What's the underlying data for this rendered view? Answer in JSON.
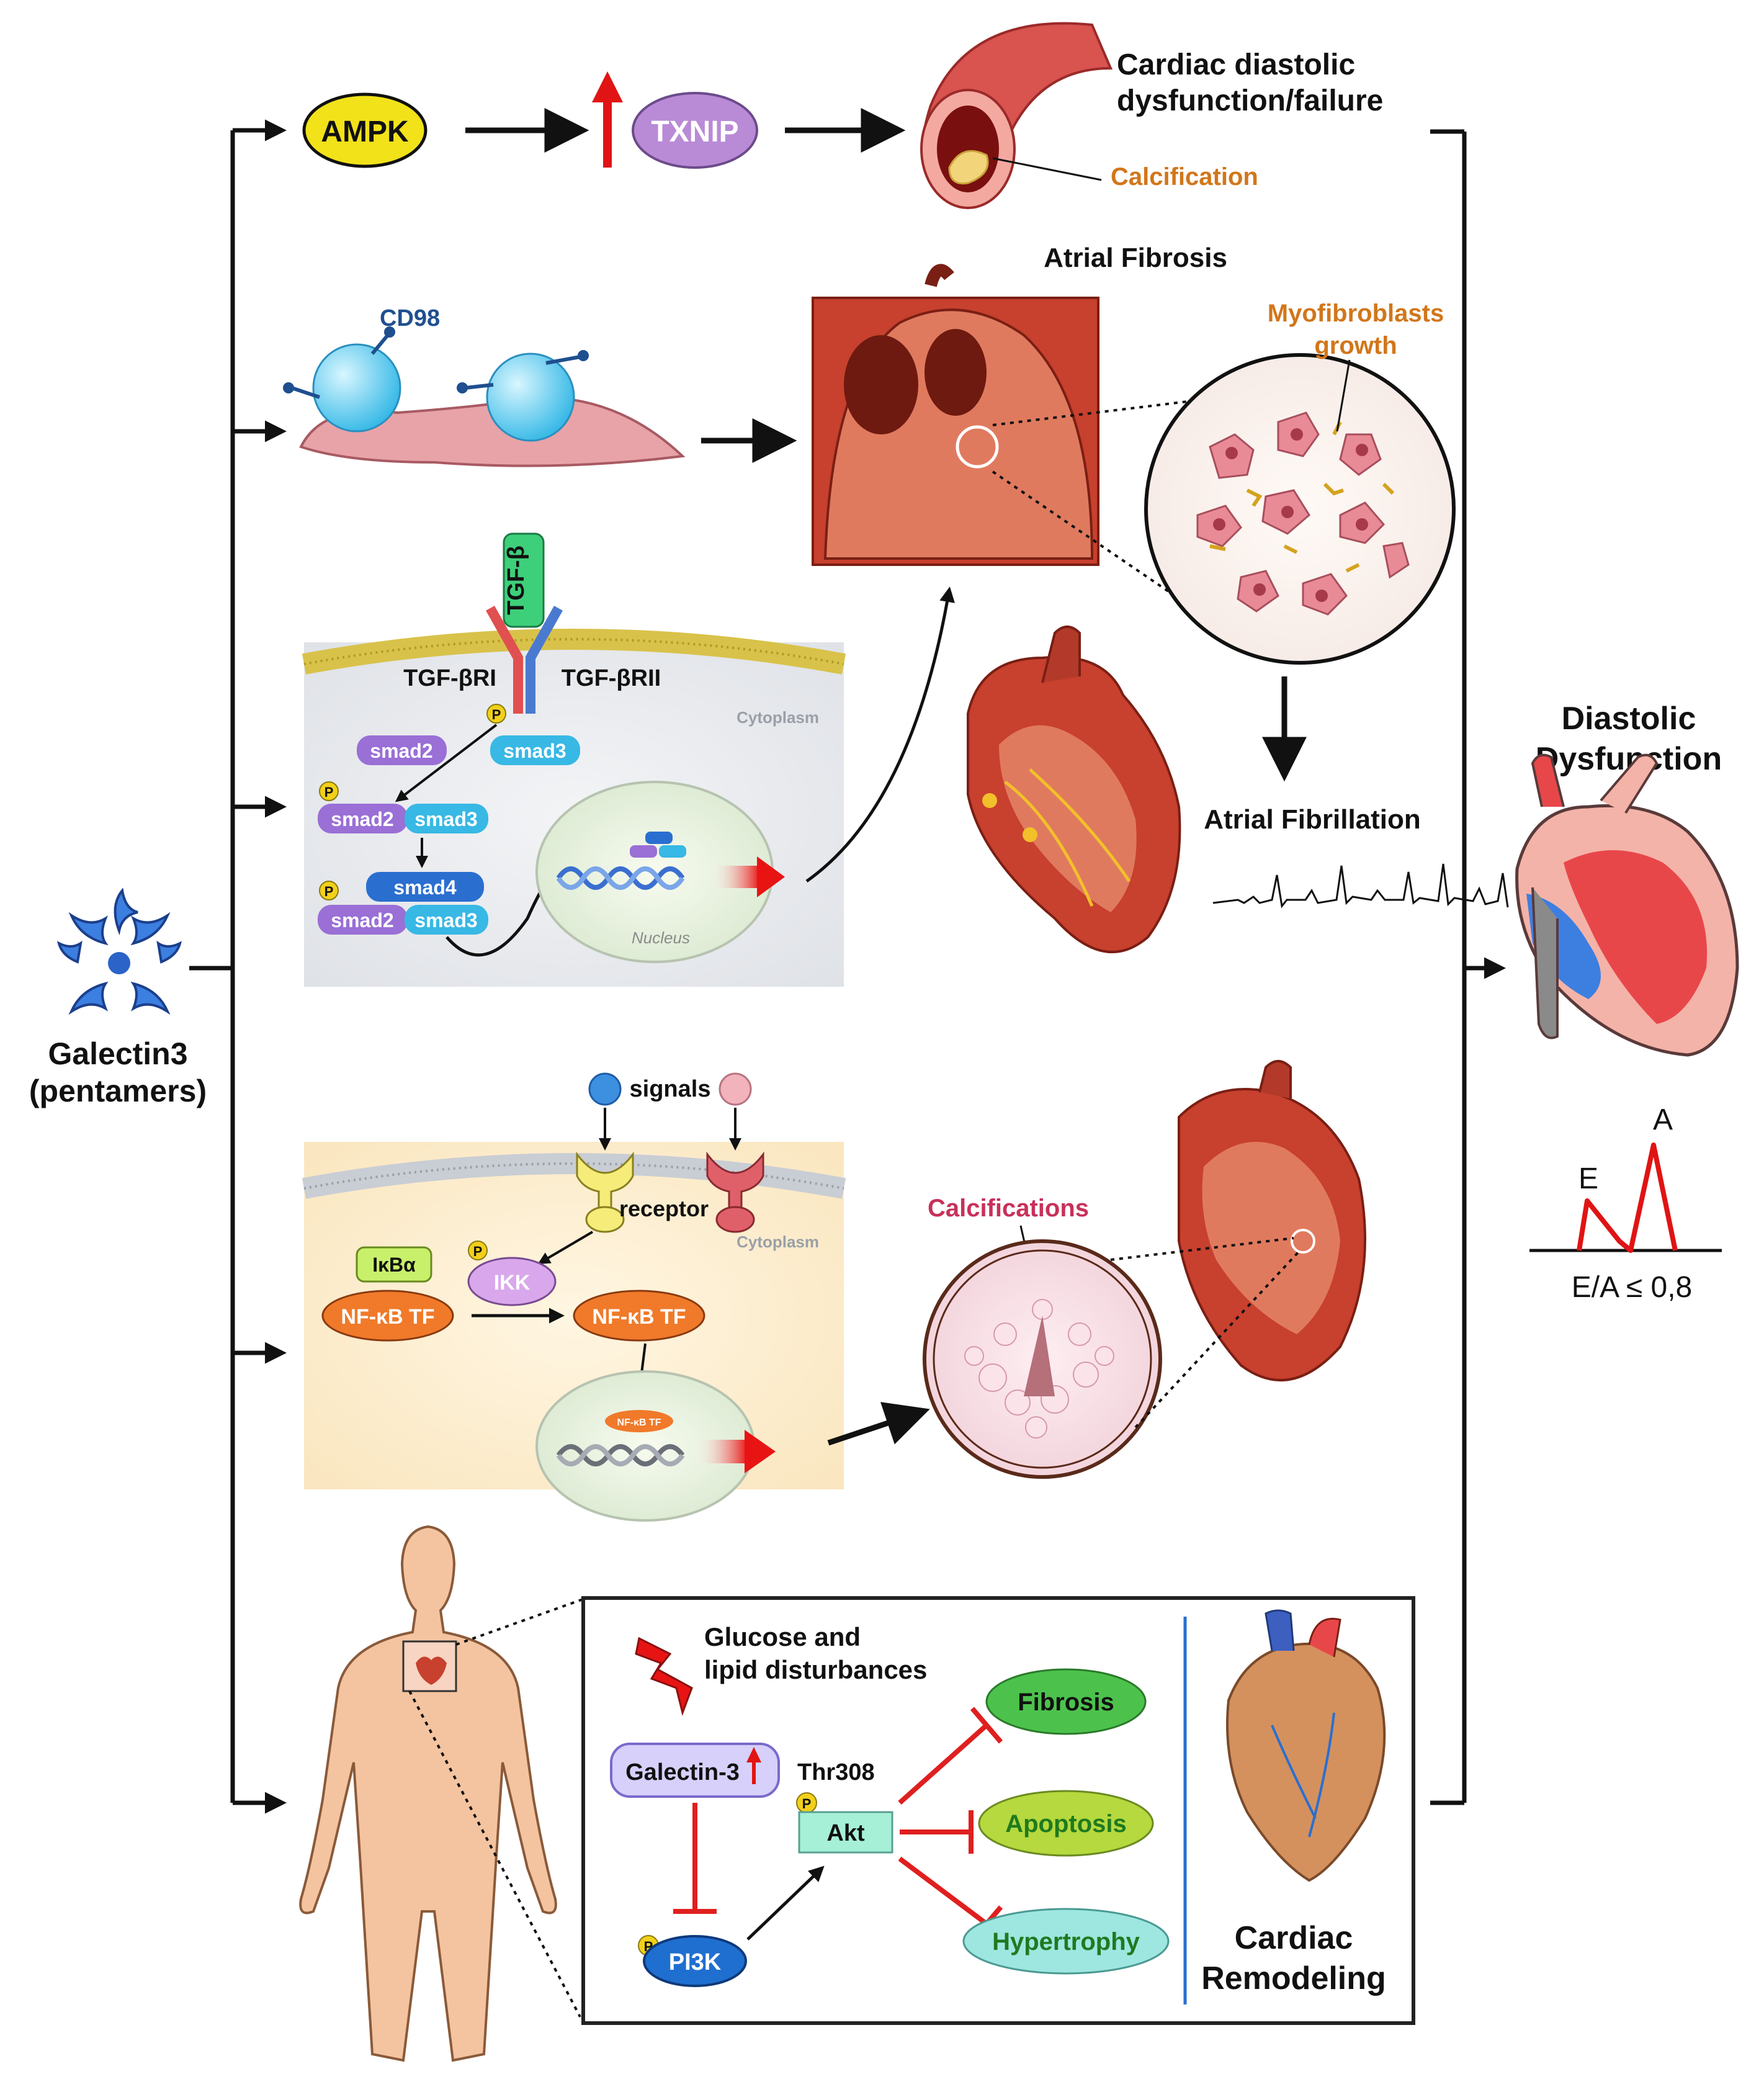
{
  "galectin": {
    "line1": "Galectin3",
    "line2": "(pentamers)"
  },
  "row1": {
    "ampk": "AMPK",
    "txnip": "TXNIP",
    "outcome_line1": "Cardiac diastolic",
    "outcome_line2": "dysfunction/failure",
    "calcification": "Calcification"
  },
  "row2": {
    "cd98": "CD98",
    "atrial_fibrosis": "Atrial Fibrosis",
    "myo_line1": "Myofibroblasts",
    "myo_line2": "growth"
  },
  "tgf": {
    "ligand": "TGF-β",
    "receptor1": "TGF-βRI",
    "receptor2": "TGF-βRII",
    "cytoplasm": "Cytoplasm",
    "smad2": "smad2",
    "smad3": "smad3",
    "smad4": "smad4",
    "nucleus": "Nucleus",
    "phospho": "P"
  },
  "af": {
    "label": "Atrial Fibrillation"
  },
  "nfkb": {
    "signals": "signals",
    "receptor": "receptor",
    "cytoplasm": "Cytoplasm",
    "ikba": "IκBα",
    "ikk": "IKK",
    "nfkb_tf": "NF-κB TF",
    "nfkb_small": "NF-κB TF",
    "calcifications": "Calcifications"
  },
  "remodel": {
    "glucose_line1": "Glucose and",
    "glucose_line2": "lipid disturbances",
    "galectin3": "Galectin-3",
    "thr308": "Thr308",
    "akt": "Akt",
    "pi3k": "PI3K",
    "fibrosis": "Fibrosis",
    "apoptosis": "Apoptosis",
    "hypertrophy": "Hypertrophy",
    "cardiac_line1": "Cardiac",
    "cardiac_line2": "Remodeling"
  },
  "diastolic": {
    "line1": "Diastolic",
    "line2": "Dysfunction",
    "e": "E",
    "a": "A",
    "ratio": "E/A ≤ 0,8"
  },
  "colors": {
    "ampk": "#f2e21a",
    "txnip": "#b98ad6",
    "smad_purple": "#9a6fd6",
    "smad_cyan": "#38b8e4",
    "smad4_blue": "#2a6fd0",
    "nfkb_orange": "#f07a2a",
    "fibrosis": "#4cc24c",
    "apoptosis": "#b5d93e",
    "hypertrophy": "#9ee6e0",
    "inhibit_red": "#e01f1f",
    "heart_red": "#c8402e"
  }
}
